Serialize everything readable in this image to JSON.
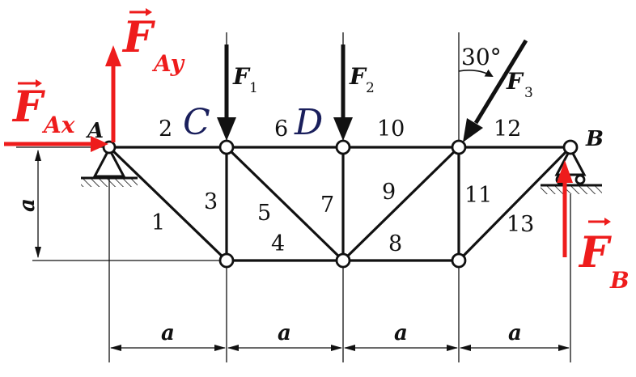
{
  "colors": {
    "red": "#ee1c1c",
    "navy": "#1a1f5c",
    "black": "#111111"
  },
  "nodes": {
    "A": "A",
    "B": "B",
    "C": "C",
    "D": "D"
  },
  "members": {
    "m1": "1",
    "m2": "2",
    "m3": "3",
    "m4": "4",
    "m5": "5",
    "m6": "6",
    "m7": "7",
    "m8": "8",
    "m9": "9",
    "m10": "10",
    "m11": "11",
    "m12": "12",
    "m13": "13"
  },
  "dimension": {
    "label": "a"
  },
  "angle": {
    "label": "30°"
  },
  "loads": {
    "F1": {
      "letter": "F",
      "sub": "1"
    },
    "F2": {
      "letter": "F",
      "sub": "2"
    },
    "F3": {
      "letter": "F",
      "sub": "3"
    }
  },
  "reactions": {
    "FAx": {
      "letter": "F",
      "sub": "Ax"
    },
    "FAy": {
      "letter": "F",
      "sub": "Ay"
    },
    "FB": {
      "letter": "F",
      "sub": "B"
    }
  }
}
